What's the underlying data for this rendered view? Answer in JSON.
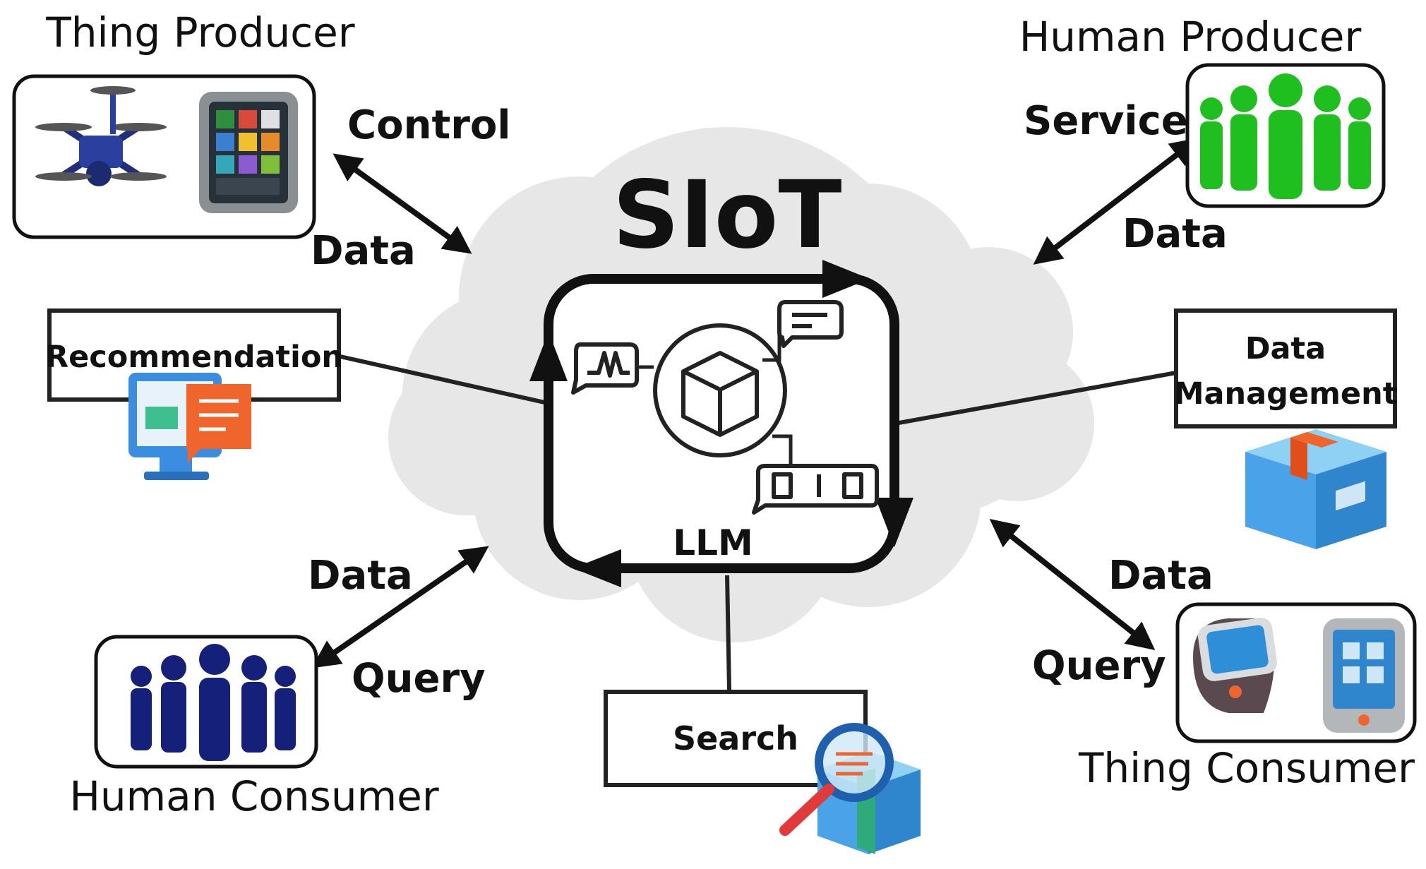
{
  "title": "SIoT",
  "core_label": "LLM",
  "nodes": {
    "thing_producer": "Thing Producer",
    "human_producer": "Human Producer",
    "human_consumer": "Human Consumer",
    "thing_consumer": "Thing Consumer"
  },
  "services": {
    "recommendation": "Recommendation",
    "data_management_line1": "Data",
    "data_management_line2": "Management",
    "search": "Search"
  },
  "edge_labels": {
    "tp_control": "Control",
    "tp_data": "Data",
    "hp_service": "Service",
    "hp_data": "Data",
    "hc_data": "Data",
    "hc_query": "Query",
    "tc_data": "Data",
    "tc_query": "Query"
  },
  "colors": {
    "cloud": "#e6e6e6",
    "human_producer": "#1fbf1f",
    "human_consumer": "#14207a",
    "drone": "#2b3f9e",
    "box_blue": "#4aa3e8",
    "box_orange": "#f0652c"
  }
}
